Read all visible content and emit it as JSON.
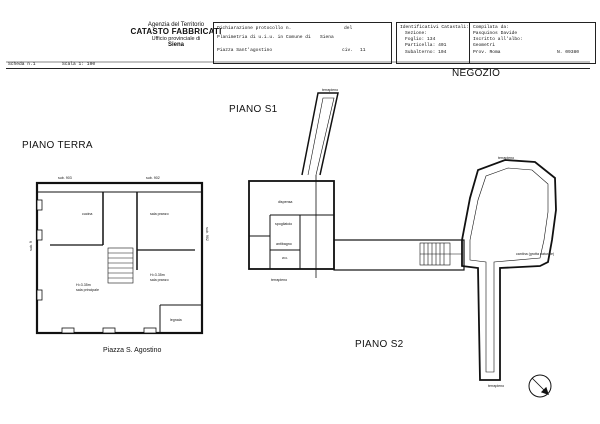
{
  "header": {
    "agency_line1": "Agenzia del Territorio",
    "agency_line2": "CATASTO FABBRICATI",
    "agency_line3": "Ufficio provinciale di",
    "agency_line4": "Siena",
    "dichiarazione": "Dichiarazione protocollo n.",
    "dichiarazione_val": "del",
    "planimetria": "Planimetria di u.i.u. in Comune di",
    "comune": "Siena",
    "indirizzo": "Piazza Sant'agostino",
    "civ_label": "civ.",
    "civ_val": "11",
    "identificativi": "Identificativi Catastali:",
    "sezione": "Sezione:",
    "foglio": "Foglio: 134",
    "particella": "Particella: 401",
    "subalterno": "Subalterno: 104",
    "compilata": "Compilata da:",
    "compilatore": "Pasquinos Davide",
    "iscritto": "Iscritto all'albo:",
    "albo": "Geometri",
    "prov": "Prov. Roma",
    "num": "N. 09380",
    "scheda": "Scheda n.1",
    "scala": "Scala 1: 100"
  },
  "plan": {
    "piano_terra": "PIANO TERRA",
    "piano_s1": "PIANO S1",
    "piano_s2": "PIANO S2",
    "negozio": "NEGOZIO",
    "piazza": "Piazza S. Agostino",
    "sub903": "sub. 903",
    "sub902": "sub. 902",
    "sub9": "sub. 9",
    "sub902_side": "sub. 902",
    "cucina": "cucina",
    "sala_pranzo": "sala pranzo",
    "sala_principale": "sala principale",
    "sala_pranzo2": "sala pranzo",
    "legnaia": "legnaia",
    "dispensa": "dispensa",
    "spogliatoio": "spogliatoio",
    "antibagno": "antibagno",
    "wc": "w.c.",
    "terrapieno": "terrapieno",
    "cantina": "cantina (grotta naturale)",
    "h1": "H=3.35m",
    "h2": "H=3.35m"
  }
}
